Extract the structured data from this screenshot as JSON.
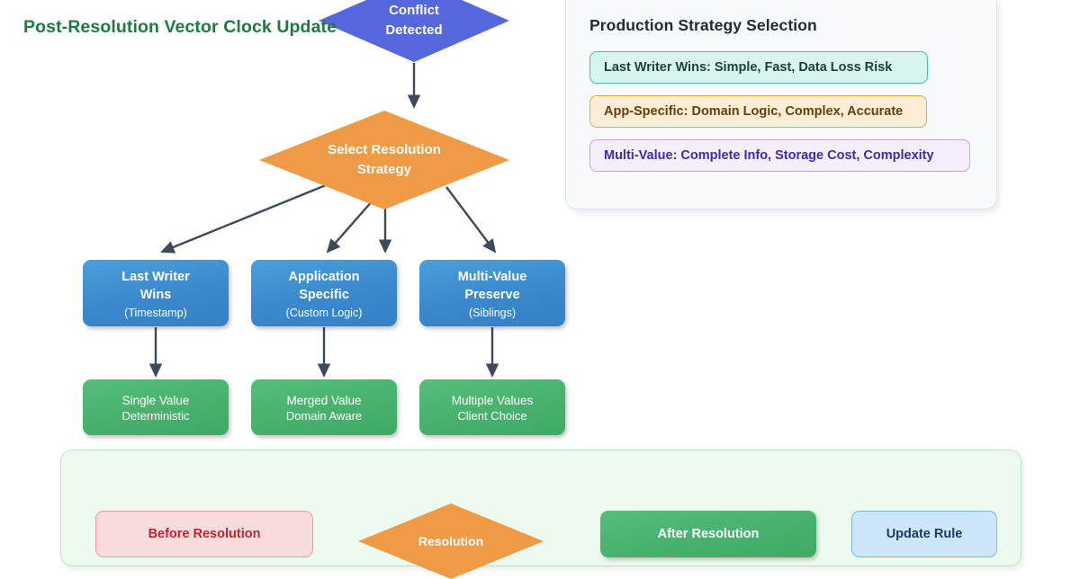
{
  "diagram": {
    "title_visible": false,
    "background": "#ffffff",
    "nodes": {
      "conflict": {
        "shape": "diamond",
        "color": "#5667dd",
        "line1": "Conflict",
        "line2": "Detected"
      },
      "select_strategy": {
        "shape": "diamond",
        "color": "#ef9a45",
        "line1": "Select Resolution",
        "line2": "Strategy"
      },
      "strategies": [
        {
          "title_line1": "Last Writer",
          "title_line2": "Wins",
          "subtitle": "(Timestamp)",
          "color": "#3b88cc"
        },
        {
          "title_line1": "Application",
          "title_line2": "Specific",
          "subtitle": "(Custom Logic)",
          "color": "#3b88cc"
        },
        {
          "title_line1": "Multi-Value",
          "title_line2": "Preserve",
          "subtitle": "(Siblings)",
          "color": "#3b88cc"
        }
      ],
      "outcomes": [
        {
          "title": "Single Value",
          "subtitle": "Deterministic",
          "color": "#46b06c"
        },
        {
          "title": "Merged Value",
          "subtitle": "Domain Aware",
          "color": "#46b06c"
        },
        {
          "title": "Multiple Values",
          "subtitle": "Client Choice",
          "color": "#46b06c"
        }
      ]
    }
  },
  "strategy_panel": {
    "title": "Production Strategy Selection",
    "accent_background": "#f7fafd",
    "rows": [
      {
        "label": "Last Writer Wins: Simple, Fast, Data Loss Risk",
        "border": "#3fc0ac",
        "fill": "#d8f5ef",
        "text": "#1f3d3a"
      },
      {
        "label": "App-Specific: Domain Logic, Complex, Accurate",
        "border": "#e9a33f",
        "fill": "#fdefd7",
        "text": "#6a3d08"
      },
      {
        "label": "Multi-Value: Complete Info, Storage Cost, Complexity",
        "border": "#c9a4e0",
        "fill": "#f6eefb",
        "text": "#3b2bb5"
      }
    ]
  },
  "vector_panel": {
    "title": "Post-Resolution Vector Clock Update",
    "fill": "#edfaef",
    "border": "#b7e8c4",
    "title_color": "#1d7a43",
    "steps": [
      {
        "label": "Before Resolution",
        "kind": "pill",
        "fill": "#fadbdc",
        "text": "#c32432"
      },
      {
        "label": "Resolution",
        "kind": "diamond",
        "fill": "#ef9a45",
        "text": "#ffffff"
      },
      {
        "label": "After Resolution",
        "kind": "pill",
        "fill": "#46b06c",
        "text": "#ffffff"
      },
      {
        "label": "Update Rule",
        "kind": "pill",
        "fill": "#cde6fa",
        "text": "#1c3a63"
      }
    ]
  },
  "edges": {
    "arrow_color": "#3d4a5c"
  }
}
